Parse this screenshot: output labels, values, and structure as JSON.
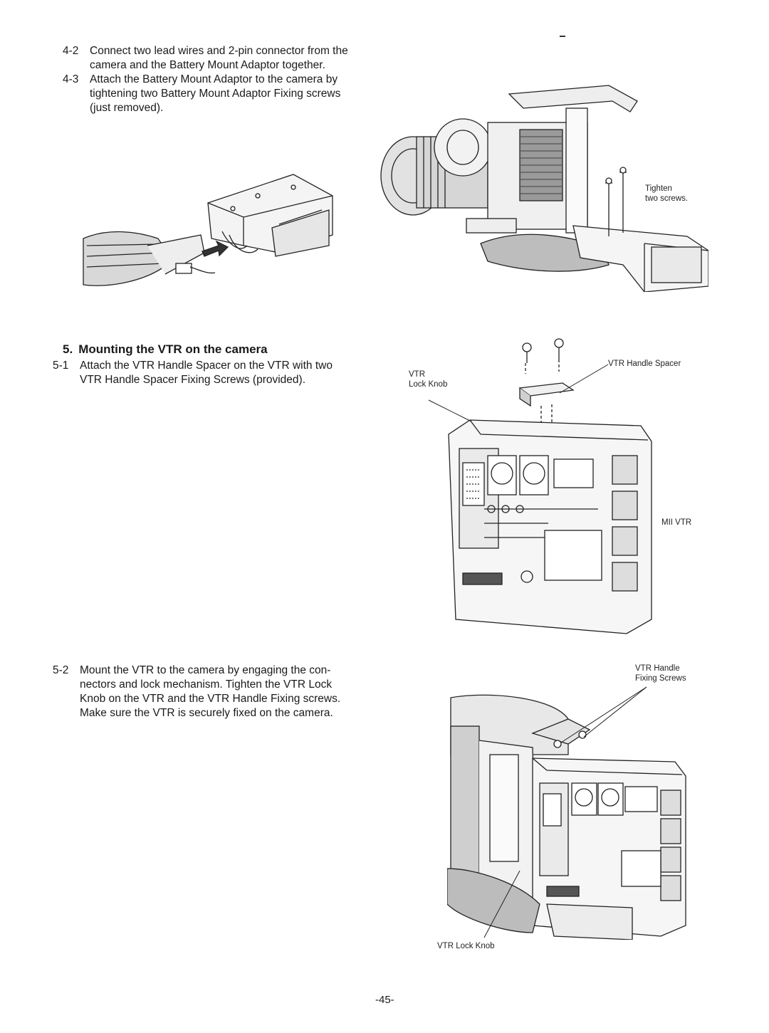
{
  "steps": [
    {
      "num": "4-2",
      "lines": [
        "Connect two lead wires and 2-pin connector from the",
        "camera and the Battery Mount Adaptor together."
      ]
    },
    {
      "num": "4-3",
      "lines": [
        "Attach the Battery Mount Adaptor to the camera by",
        "tightening two Battery Mount Adaptor Fixing screws",
        "(just removed)."
      ]
    },
    {
      "num": "5-1",
      "lines": [
        "Attach the VTR Handle Spacer on the VTR with two",
        "VTR Handle Spacer Fixing Screws (provided)."
      ]
    },
    {
      "num": "5-2",
      "lines": [
        "Mount the VTR to the camera by engaging the con-",
        "nectors and lock mechanism. Tighten the VTR Lock",
        "Knob on the VTR and the VTR Handle Fixing screws.",
        "Make sure the VTR is securely fixed on the camera."
      ]
    }
  ],
  "section": {
    "number": "5.",
    "title": "Mounting the VTR on the camera"
  },
  "callouts": {
    "tighten": [
      "Tighten",
      "two screws."
    ],
    "vtr_lock_knob_top": [
      "VTR",
      "Lock Knob"
    ],
    "vtr_handle_spacer": "VTR Handle Spacer",
    "mii_vtr": "MII VTR",
    "vtr_handle_fixing_screws": [
      "VTR Handle",
      "Fixing Screws"
    ],
    "vtr_lock_knob_bottom": "VTR Lock Knob"
  },
  "page_number": "-45-"
}
